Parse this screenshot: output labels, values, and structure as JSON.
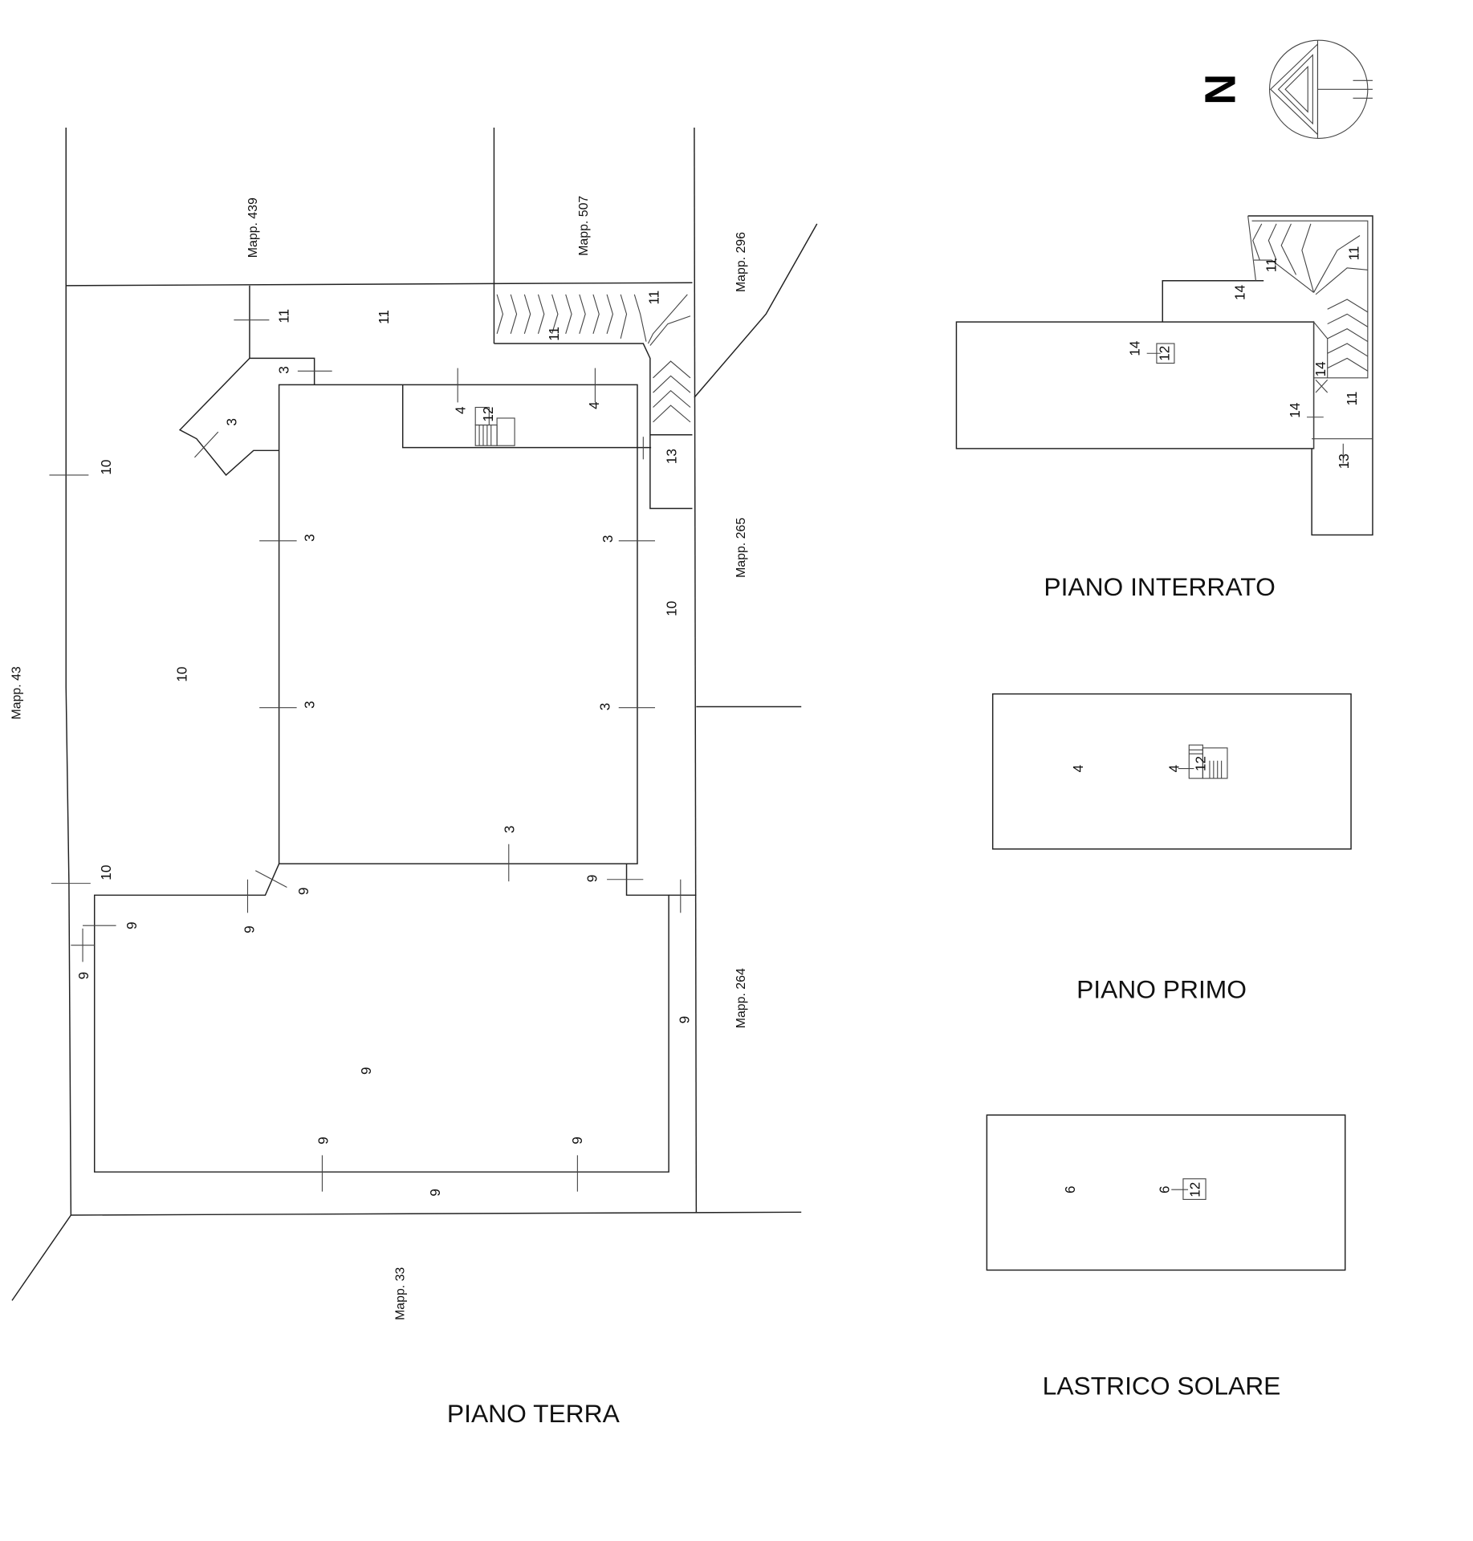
{
  "north": {
    "label": "N"
  },
  "piano_terra": {
    "title": "PIANO TERRA",
    "parcels": [
      "Mapp. 439",
      "Mapp. 507",
      "Mapp. 296",
      "Mapp. 265",
      "Mapp. 43",
      "Mapp. 264",
      "Mapp. 33"
    ],
    "sub": [
      "11",
      "11",
      "11",
      "11",
      "3",
      "3",
      "4",
      "12",
      "4",
      "13",
      "10",
      "3",
      "3",
      "10",
      "10",
      "3",
      "3",
      "3",
      "10",
      "9",
      "9",
      "9",
      "9",
      "9",
      "9",
      "9",
      "9",
      "9",
      "9"
    ]
  },
  "piano_interrato": {
    "title": "PIANO INTERRATO",
    "sub": [
      "11",
      "11",
      "11",
      "14",
      "14",
      "12",
      "14",
      "14",
      "13"
    ]
  },
  "piano_primo": {
    "title": "PIANO PRIMO",
    "sub": [
      "4",
      "4",
      "12"
    ]
  },
  "lastrico_solare": {
    "title": "LASTRICO SOLARE",
    "sub": [
      "6",
      "6",
      "12"
    ]
  }
}
